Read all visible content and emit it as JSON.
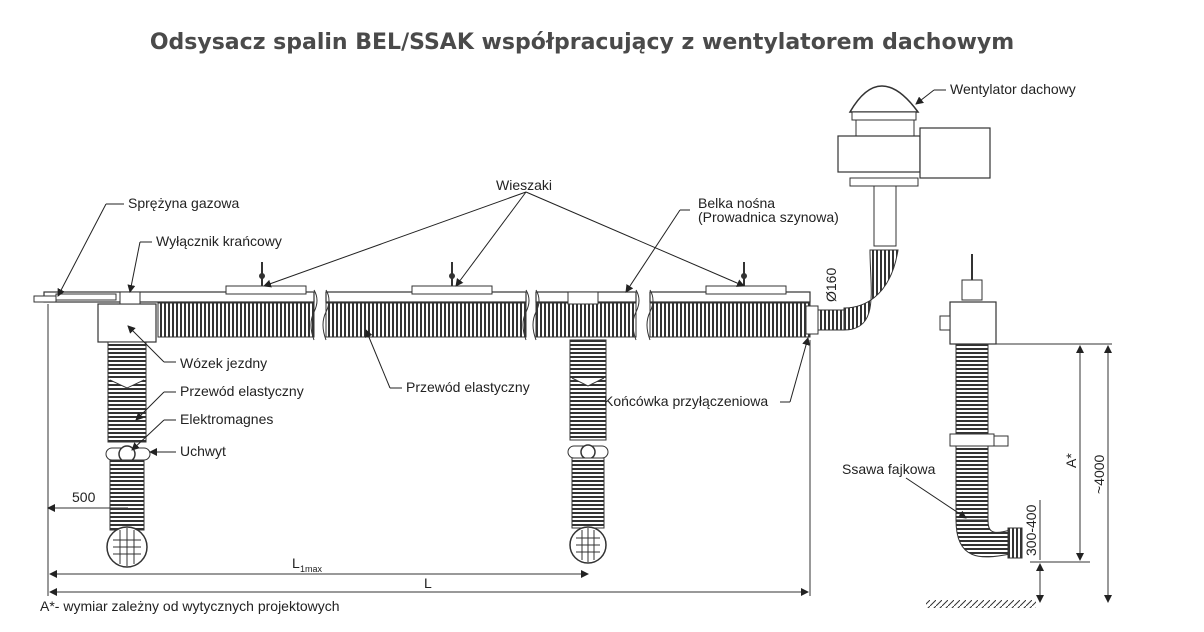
{
  "title": "Odsysacz spalin BEL/SSAK współpracujący z wentylatorem dachowym",
  "labels": {
    "gas_spring": "Sprężyna gazowa",
    "limit_switch": "Wyłącznik krańcowy",
    "trolley": "Wózek jezdny",
    "flex_hose_left": "Przewód elastyczny",
    "electromagnet": "Elektromagnes",
    "handle": "Uchwyt",
    "flex_hose_mid": "Przewód elastyczny",
    "hangers": "Wieszaki",
    "beam_line1": "Belka nośna",
    "beam_line2": "(Prowadnica szynowa)",
    "connector": "Końcówka przyłączeniowa",
    "roof_fan": "Wentylator dachowy",
    "diameter": "Ø160",
    "nozzle": "Ssawa fajkowa"
  },
  "dimensions": {
    "d500": "500",
    "l1_main": "L",
    "l1_sub": "1max",
    "l_total": "L",
    "a_star": "A*",
    "approx4000": "~4000",
    "range300_400": "300-400"
  },
  "footnote": "A*- wymiar zależny od wytycznych projektowych",
  "colors": {
    "ink": "#222222",
    "title": "#4a4a4a",
    "hose": "#555555"
  }
}
